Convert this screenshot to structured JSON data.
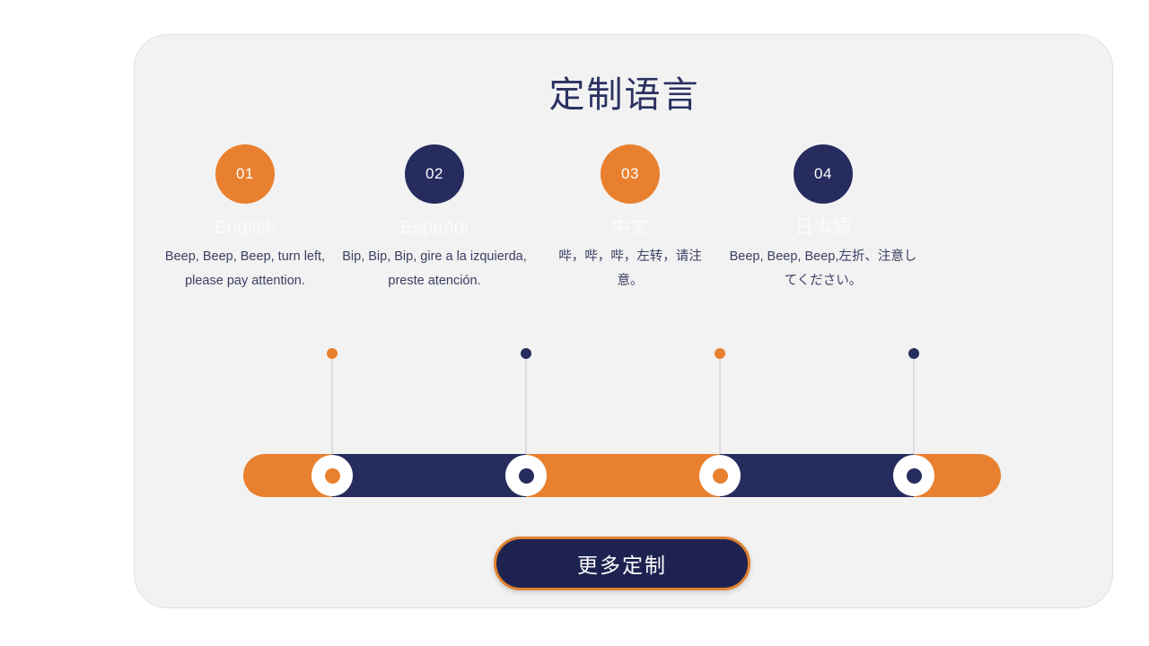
{
  "page": {
    "background": "#ffffff",
    "card_background": "#f2f2f2"
  },
  "colors": {
    "orange": "#e8802f",
    "navy": "#262c5e",
    "title": "#2b3161",
    "body_text": "#3a3f63",
    "stem_line": "#dddddd",
    "lang_label": "#fbfbfb"
  },
  "header": {
    "title": "定制语言"
  },
  "columns": [
    {
      "number": "01",
      "language": "English",
      "description": "Beep, Beep, Beep, turn left, please pay attention.",
      "color": "#e8802f"
    },
    {
      "number": "02",
      "language": "Español",
      "description": "Bip, Bip, Bip, gire a la izquierda, preste atención.",
      "color": "#262c5e"
    },
    {
      "number": "03",
      "language": "中文",
      "description": "哔，哔，哔，左转，请注意。",
      "color": "#e8802f"
    },
    {
      "number": "04",
      "language": "日本語",
      "description": "Beep, Beep, Beep,左折、注意してください。",
      "color": "#262c5e"
    }
  ],
  "progress_bar": {
    "segments": [
      {
        "color": "#e8802f"
      },
      {
        "color": "#262c5e"
      },
      {
        "color": "#e8802f"
      },
      {
        "color": "#262c5e"
      },
      {
        "color": "#e8802f"
      }
    ],
    "markers": [
      {
        "dot_color": "#e8802f"
      },
      {
        "dot_color": "#262c5e"
      },
      {
        "dot_color": "#e8802f"
      },
      {
        "dot_color": "#262c5e"
      }
    ]
  },
  "cta": {
    "label": "更多定制",
    "fill": "#1e2250",
    "border": "#e0812f"
  }
}
